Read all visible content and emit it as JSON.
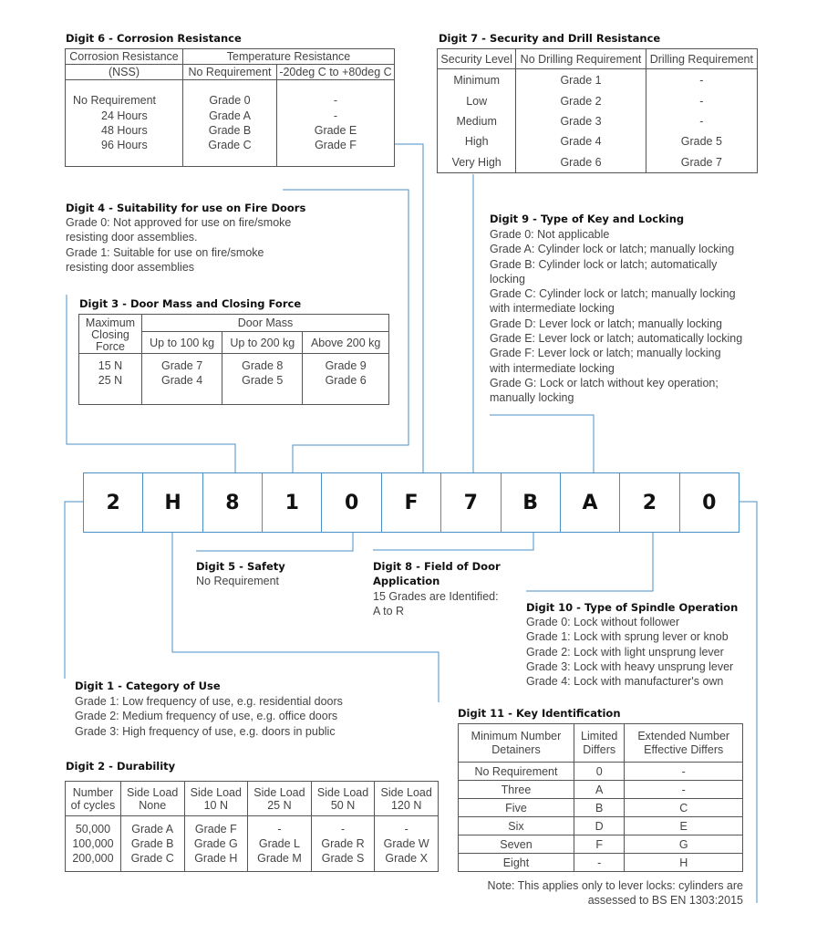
{
  "code": [
    "2",
    "H",
    "8",
    "1",
    "0",
    "F",
    "7",
    "B",
    "A",
    "2",
    "0"
  ],
  "d6": {
    "title": "Digit 6 - Corrosion Resistance",
    "h1a": "Corrosion Resistance",
    "h1b": "(NSS)",
    "h_temp": "Temperature Resistance",
    "h_noreq": "No Requirement",
    "h_range": "-20deg C to +80deg C",
    "col1": [
      "No Requirement",
      "24 Hours",
      "48 Hours",
      "96 Hours"
    ],
    "col2": [
      "Grade 0",
      "Grade A",
      "Grade B",
      "Grade C"
    ],
    "col3": [
      "-",
      "-",
      "Grade E",
      "Grade F"
    ]
  },
  "d7": {
    "title": "Digit 7 - Security and Drill Resistance",
    "headers": [
      "Security Level",
      "No Drilling Requirement",
      "Drilling Requirement"
    ],
    "rows": [
      [
        "Minimum",
        "Grade 1",
        "-"
      ],
      [
        "Low",
        "Grade 2",
        "-"
      ],
      [
        "Medium",
        "Grade 3",
        "-"
      ],
      [
        "High",
        "Grade 4",
        "Grade 5"
      ],
      [
        "Very High",
        "Grade 6",
        "Grade 7"
      ]
    ]
  },
  "d4": {
    "title": "Digit 4 - Suitability for use on Fire Doors",
    "lines": [
      "Grade 0: Not approved for use on fire/smoke",
      "resisting door assemblies.",
      "Grade 1: Suitable for use on fire/smoke",
      "resisting door assemblies"
    ]
  },
  "d3": {
    "title": "Digit 3 - Door Mass and Closing Force",
    "h_max": "Maximum",
    "h_closing": "Closing",
    "h_force": "Force",
    "h_mass": "Door Mass",
    "h_cols": [
      "Up to 100 kg",
      "Up to 200 kg",
      "Above 200 kg"
    ],
    "rows": [
      [
        "15 N",
        "Grade 7",
        "Grade 8",
        "Grade 9"
      ],
      [
        "25 N",
        "Grade 4",
        "Grade 5",
        "Grade 6"
      ]
    ]
  },
  "d9": {
    "title": "Digit 9 - Type of Key and Locking",
    "lines": [
      "Grade 0: Not applicable",
      "Grade A: Cylinder lock or latch; manually locking",
      "Grade B: Cylinder lock or latch; automatically",
      "locking",
      "Grade C: Cylinder lock or latch; manually locking",
      "with intermediate locking",
      "Grade D: Lever lock or latch; manually locking",
      "Grade E: Lever lock or latch; automatically locking",
      "Grade F: Lever lock or latch; manually locking",
      "with intermediate locking",
      "Grade G: Lock or latch without key operation;",
      "manually locking"
    ]
  },
  "d5": {
    "title": "Digit 5 - Safety",
    "text": "No Requirement"
  },
  "d8": {
    "title1": "Digit 8 - Field of Door",
    "title2": "Application",
    "line1": "15 Grades are Identified:",
    "line2": "A to R"
  },
  "d10": {
    "title": "Digit 10 - Type of Spindle Operation",
    "lines": [
      "Grade 0: Lock without follower",
      "Grade 1: Lock with sprung lever or knob",
      "Grade 2: Lock with light unsprung lever",
      "Grade 3: Lock with heavy unsprung lever",
      "Grade 4: Lock with manufacturer's own"
    ]
  },
  "d1": {
    "title": "Digit 1 - Category of Use",
    "lines": [
      "Grade 1: Low frequency of use, e.g. residential doors",
      "Grade 2: Medium frequency of use, e.g. office doors",
      "Grade 3: High frequency of use, e.g. doors in public"
    ]
  },
  "d2": {
    "title": "Digit 2 - Durability",
    "headers": [
      [
        "Number",
        "of cycles"
      ],
      [
        "Side Load",
        "None"
      ],
      [
        "Side Load",
        "10 N"
      ],
      [
        "Side Load",
        "25 N"
      ],
      [
        "Side Load",
        "50 N"
      ],
      [
        "Side Load",
        "120 N"
      ]
    ],
    "rows": [
      [
        "50,000",
        "Grade A",
        "Grade F",
        "-",
        "-",
        "-"
      ],
      [
        "100,000",
        "Grade B",
        "Grade G",
        "Grade L",
        "Grade R",
        "Grade W"
      ],
      [
        "200,000",
        "Grade C",
        "Grade H",
        "Grade M",
        "Grade S",
        "Grade X"
      ]
    ]
  },
  "d11": {
    "title": "Digit 11 - Key Identification",
    "headers": [
      [
        "Minimum Number",
        "Detainers"
      ],
      [
        "Limited",
        "Differs"
      ],
      [
        "Extended Number",
        "Effective Differs"
      ]
    ],
    "rows": [
      [
        "No Requirement",
        "0",
        "-"
      ],
      [
        "Three",
        "A",
        "-"
      ],
      [
        "Five",
        "B",
        "C"
      ],
      [
        "Six",
        "D",
        "E"
      ],
      [
        "Seven",
        "F",
        "G"
      ],
      [
        "Eight",
        "-",
        "H"
      ]
    ],
    "note1": "Note: This applies only to lever locks: cylinders are",
    "note2": "assessed to BS EN 1303:2015"
  },
  "colors": {
    "connector": "#4a90c8",
    "border": "#555555"
  }
}
